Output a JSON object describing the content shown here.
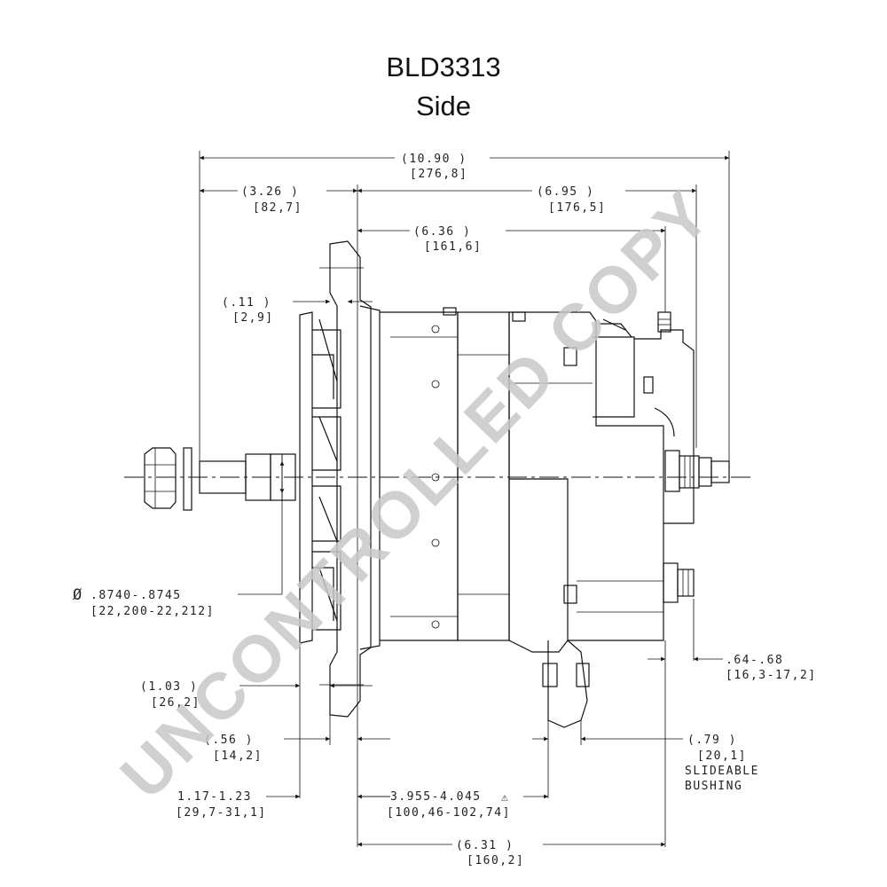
{
  "title": {
    "part_number": "BLD3313",
    "view": "Side"
  },
  "watermark": "UNCONTROLLED COPY",
  "dimensions": {
    "overall_length": {
      "in": "(10.90   )",
      "mm": "[276,8]"
    },
    "shaft_to_flange": {
      "in": "(3.26   )",
      "mm": "[82,7]"
    },
    "flange_to_rear": {
      "in": "(6.95   )",
      "mm": "[176,5]"
    },
    "flange_to_terminal": {
      "in": "(6.36   )",
      "mm": "[161,6]"
    },
    "flange_offset": {
      "in": "(.11   )",
      "mm": "[2,9]"
    },
    "shaft_diameter": {
      "in": ".8740-.8745",
      "mm": "[22,200-22,212]",
      "symbol": "Ø"
    },
    "fan_to_flange": {
      "in": "(1.03   )",
      "mm": "[26,2]"
    },
    "flange_thickness": {
      "in": "(.56   )",
      "mm": "[14,2]"
    },
    "fan_width": {
      "in": "1.17-1.23",
      "mm": "[29,7-31,1]"
    },
    "mount_distance": {
      "in": "3.955-4.045",
      "mm": "[100,46-102,74]",
      "symbol": "⚠"
    },
    "flange_to_rear_housing": {
      "in": "(6.31   )",
      "mm": "[160,2]"
    },
    "terminal_stud": {
      "in": ".64-.68",
      "mm": "[16,3-17,2]"
    },
    "bushing": {
      "in": "(.79   )",
      "mm": "[20,1]",
      "note_1": "SLIDEABLE",
      "note_2": "BUSHING"
    }
  }
}
